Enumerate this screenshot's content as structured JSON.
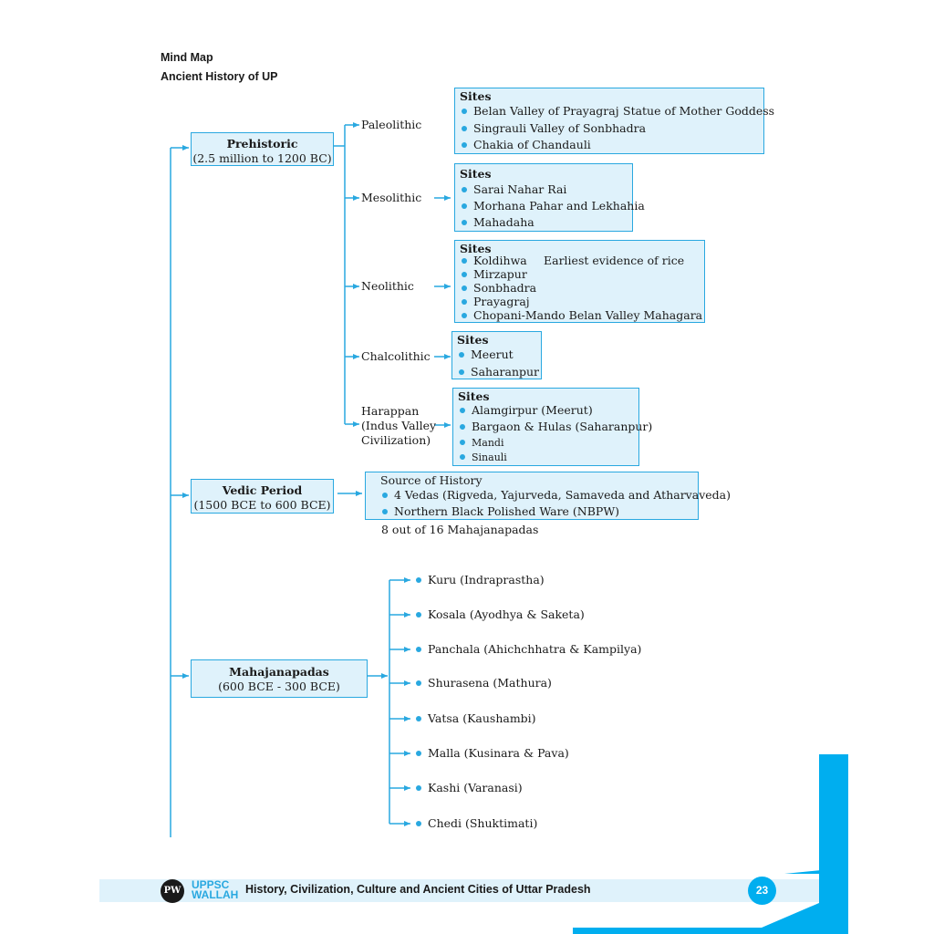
{
  "heading": {
    "line1": "Mind Map",
    "line2": "Ancient History of UP"
  },
  "main_nodes": {
    "prehistoric": {
      "title": "Prehistoric",
      "sub": "(2.5 million to 1200 BC)"
    },
    "vedic": {
      "title": "Vedic Period",
      "sub": "(1500 BCE to 600 BCE)"
    },
    "mahajanapadas": {
      "title": "Mahajanapadas",
      "sub": "(600 BCE - 300 BCE)"
    }
  },
  "sites_title": "Sites",
  "ages": {
    "paleolithic": "Paleolithic",
    "mesolithic": "Mesolithic",
    "neolithic": "Neolithic",
    "chalcolithic": "Chalcolithic",
    "harappan": [
      "Harappan",
      "(Indus Valley",
      "Civilization)"
    ]
  },
  "sites": {
    "paleolithic": [
      "Belan Valley of Prayagraj",
      "Singrauli Valley of Sonbhadra",
      "Chakia of Chandauli"
    ],
    "paleolithic_note": "Statue of Mother Goddess",
    "mesolithic": [
      "Sarai Nahar Rai",
      "Morhana Pahar and Lekhahia",
      "Mahadaha"
    ],
    "neolithic": [
      "Koldihwa",
      "Mirzapur",
      "Sonbhadra",
      "Prayagraj",
      "Chopani-Mando Belan Valley Mahagara"
    ],
    "neolithic_note": "Earliest evidence of rice",
    "chalcolithic": [
      "Meerut",
      "Saharanpur"
    ],
    "harappan": [
      "Alamgirpur (Meerut)",
      "Bargaon & Hulas (Saharanpur)",
      "Mandi",
      "Sinauli"
    ]
  },
  "vedic_source": {
    "title": "Source of History",
    "items": [
      "4 Vedas (Rigveda, Yajurveda, Samaveda and Atharvaveda)",
      "Northern Black Polished Ware (NBPW)"
    ],
    "note": "8 out of 16 Mahajanapadas"
  },
  "janapadas": [
    "Kuru (Indraprastha)",
    "Kosala (Ayodhya & Saketa)",
    "Panchala (Ahichchhatra & Kampilya)",
    "Shurasena (Mathura)",
    "Vatsa (Kaushambi)",
    "Malla (Kusinara & Pava)",
    "Kashi (Varanasi)",
    "Chedi (Shuktimati)"
  ],
  "footer": {
    "logo_letters": "PW",
    "brand_top": "UPPSC",
    "brand_bottom": "WALLAH",
    "title": "History, Civilization, Culture and Ancient Cities of Uttar Pradesh",
    "page_number": "23"
  },
  "colors": {
    "accent": "#29a8e0",
    "box_fill": "#dff2fb",
    "corner": "#00aeef"
  }
}
